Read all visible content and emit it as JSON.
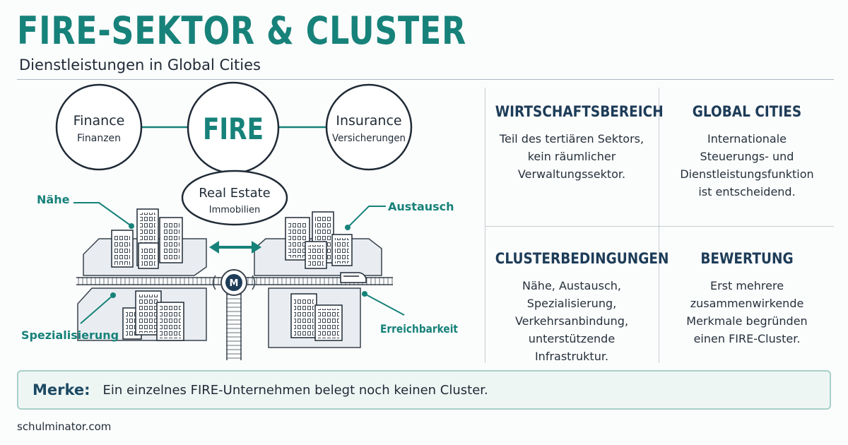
{
  "header": {
    "title": "FIRE-SEKTOR & CLUSTER",
    "subtitle": "Dienstleistungen in Global Cities"
  },
  "diagram": {
    "center": "FIRE",
    "finance": {
      "title": "Finance",
      "subtitle": "Finanzen"
    },
    "insurance": {
      "title": "Insurance",
      "subtitle": "Versicherungen"
    },
    "real_estate": {
      "title": "Real Estate",
      "subtitle": "Immobilien"
    },
    "metro_label": "M",
    "labels": {
      "naehe": "Nähe",
      "austausch": "Austausch",
      "spezialisierung": "Spezialisierung",
      "erreichbarkeit": "Erreichbarkeit"
    }
  },
  "cells": [
    {
      "title": "WIRTSCHAFTSBEREICH",
      "lines": [
        "Teil des tertiären Sektors,",
        "kein räumlicher",
        "Verwaltungssektor."
      ]
    },
    {
      "title": "GLOBAL CITIES",
      "lines": [
        "Internationale",
        "Steuerungs- und",
        "Dienstleistungsfunktion",
        "ist entscheidend."
      ]
    },
    {
      "title": "CLUSTERBEDINGUNGEN",
      "lines": [
        "Nähe, Austausch,",
        "Spezialisierung,",
        "Verkehrsanbindung,",
        "unterstützende Infrastruktur."
      ]
    },
    {
      "title": "BEWERTUNG",
      "lines": [
        "Erst mehrere",
        "zusammenwirkende",
        "Merkmale begründen",
        "einen FIRE-Cluster."
      ]
    }
  ],
  "merke": {
    "label": "Merke:",
    "text": "Ein einzelnes FIRE-Unternehmen belegt noch keinen Cluster."
  },
  "footer": "schulminator.com",
  "colors": {
    "accent": "#17827a",
    "heading": "#1d3c58",
    "box_bg": "#eef6f4"
  }
}
